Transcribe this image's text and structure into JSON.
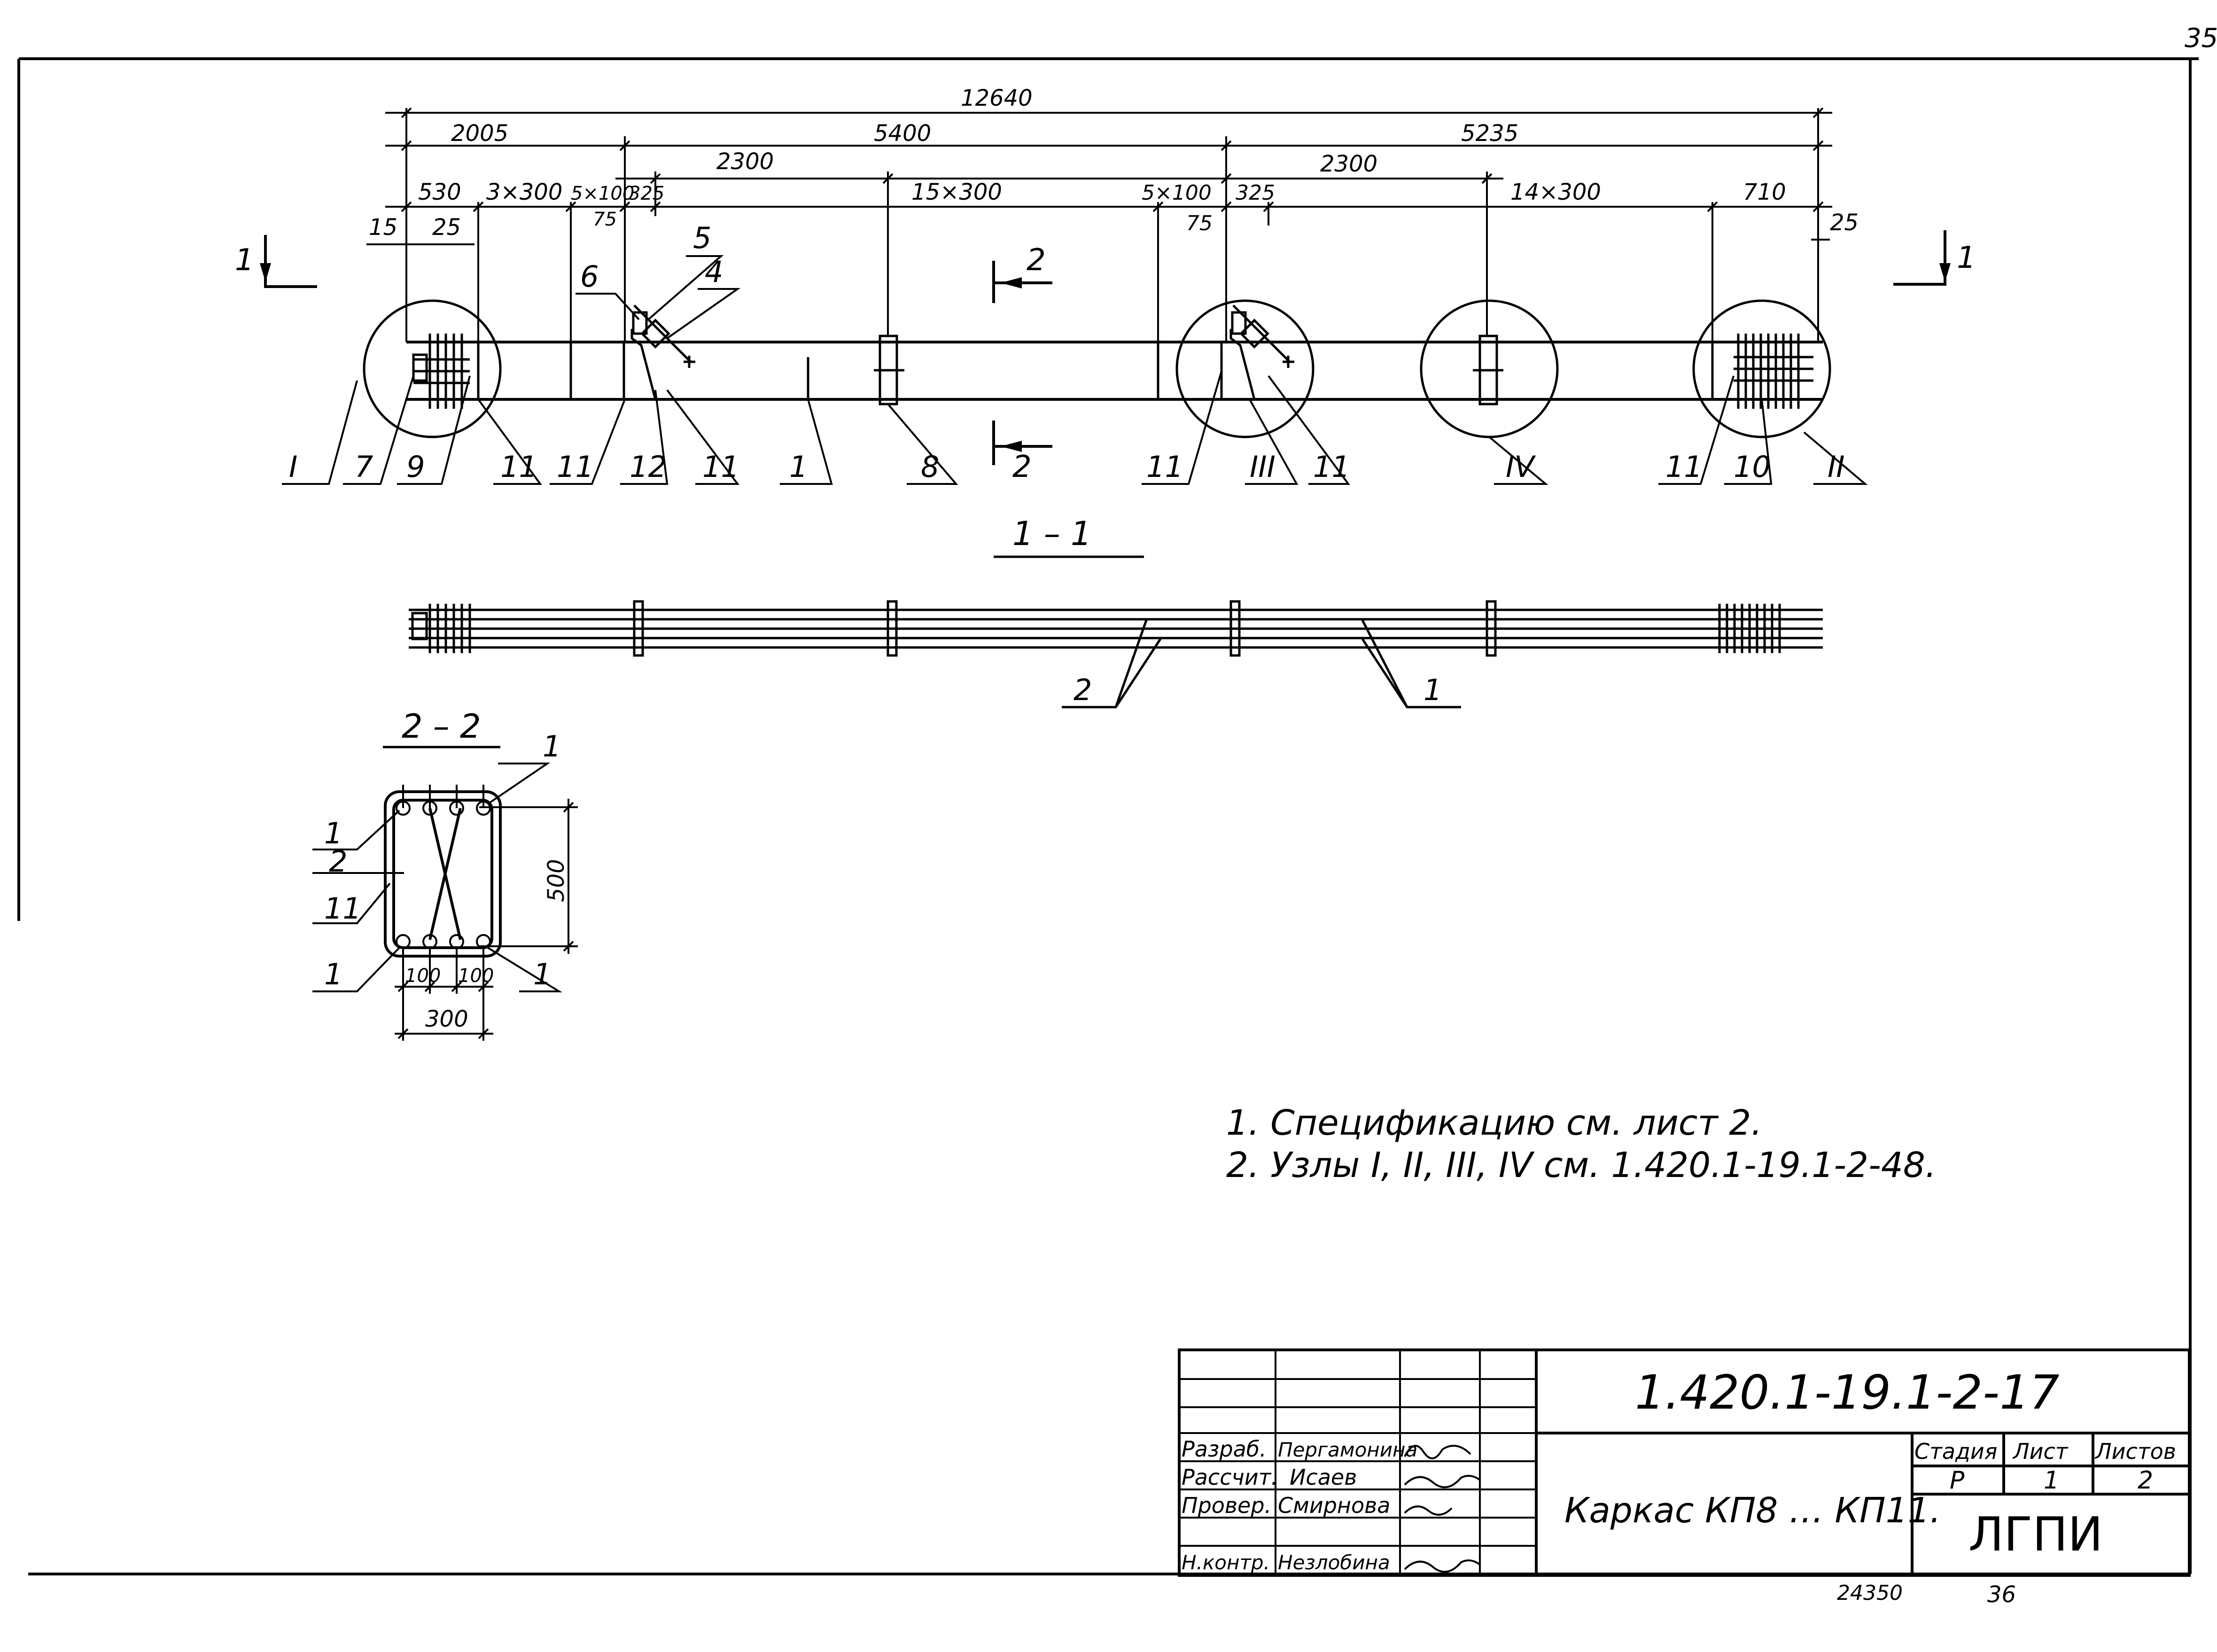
{
  "sheet": {
    "corner_number": "35",
    "footer_left": "24350",
    "footer_right": "36"
  },
  "dimensions": {
    "overall": "12640",
    "seg_left": "2005",
    "seg_mid": "5400",
    "seg_right": "5235",
    "d2300_a": "2300",
    "d2300_b": "2300",
    "d530": "530",
    "d3x300": "3×300",
    "d5x100_a": "5×100",
    "d325_a": "325",
    "d15x300": "15×300",
    "d5x100_b": "5×100",
    "d325_b": "325",
    "d14x300": "14×300",
    "d710": "710",
    "d15": "15",
    "d25_left": "25",
    "d75_a": "75",
    "d75_b": "75",
    "d25_right": "25"
  },
  "section_marks": {
    "one": "1",
    "two": "2"
  },
  "callouts": {
    "main": [
      "I",
      "7",
      "9",
      "11",
      "11",
      "12",
      "11",
      "1",
      "8",
      "11",
      "III",
      "11",
      "IV",
      "11",
      "10",
      "II"
    ],
    "top": [
      "6",
      "5",
      "4"
    ]
  },
  "section_1_1": {
    "title": "1 – 1",
    "label_2": "2",
    "label_1": "1"
  },
  "section_2_2": {
    "title": "2 – 2",
    "labels": [
      "1",
      "1",
      "2",
      "11",
      "1",
      "1"
    ],
    "height": "500",
    "spacing_a": "100",
    "spacing_b": "100",
    "width": "300"
  },
  "notes": [
    "1. Спецификацию см. лист 2.",
    "2. Узлы I, II, III, IV см. 1.420.1-19.1-2-48."
  ],
  "title_block": {
    "code": "1.420.1-19.1-2-17",
    "title": "Каркас КП8 … КП11.",
    "roles": [
      "Разраб.",
      "Рассчит.",
      "Провер.",
      "Н.контр."
    ],
    "names": [
      "Пергамонина",
      "Исаев",
      "Смирнова",
      "Незлобина"
    ],
    "stage_header": "Стадия",
    "sheet_header": "Лист",
    "sheets_header": "Листов",
    "stage": "Р",
    "sheet": "1",
    "sheets": "2",
    "org": "ЛГПИ"
  }
}
